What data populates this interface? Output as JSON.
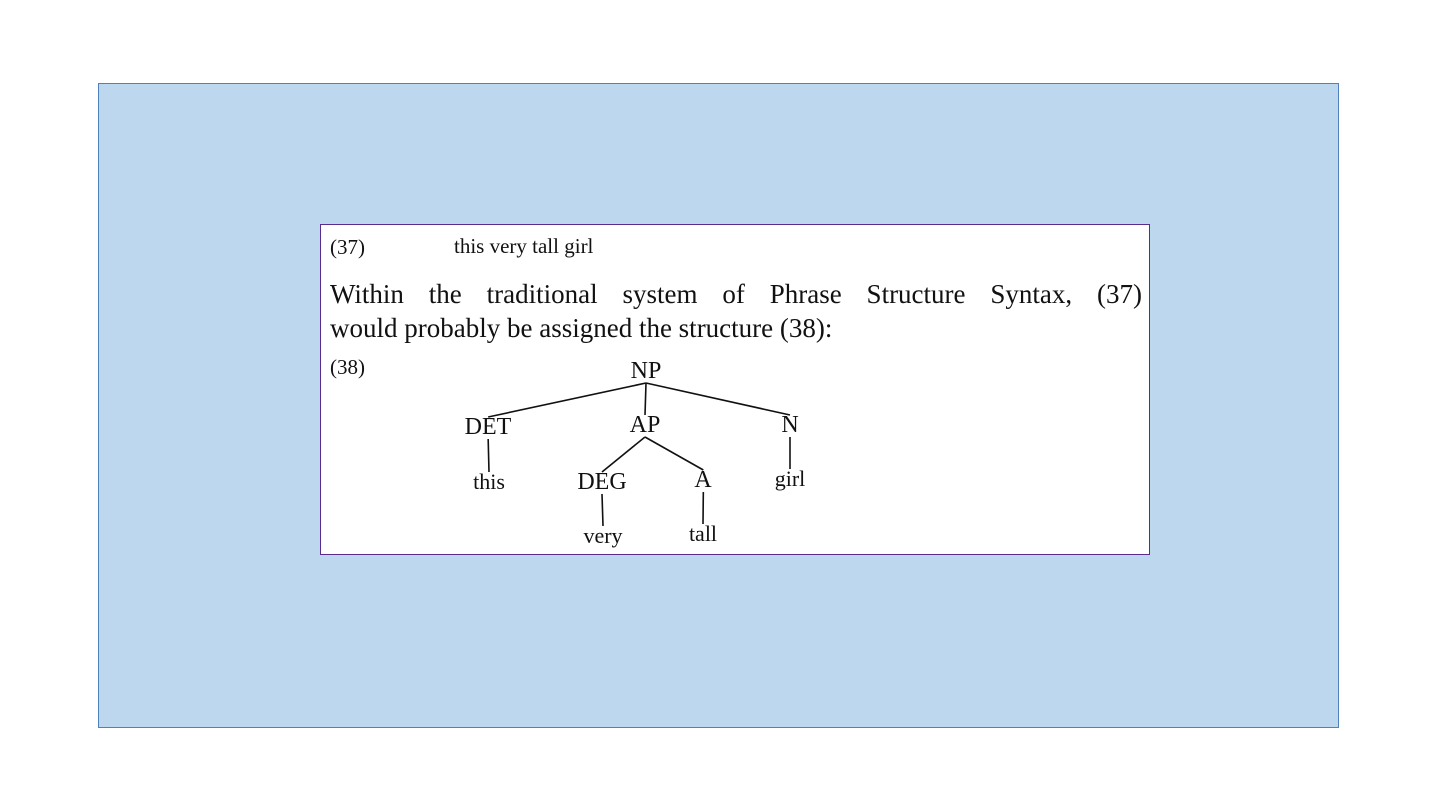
{
  "example_37": {
    "number": "(37)",
    "text": "this very tall girl"
  },
  "paragraph": {
    "line1": "Within the traditional system of Phrase Structure Syntax, (37)",
    "line2": "would probably be assigned the structure (38):"
  },
  "example_38": {
    "number": "(38)"
  },
  "tree": {
    "nodes": {
      "np": "NP",
      "det": "DET",
      "ap": "AP",
      "n": "N",
      "deg": "DEG",
      "a": "A",
      "this": "this",
      "girl": "girl",
      "very": "very",
      "tall": "tall"
    },
    "edges": [
      [
        "np",
        "det"
      ],
      [
        "np",
        "ap"
      ],
      [
        "np",
        "n"
      ],
      [
        "det",
        "this"
      ],
      [
        "ap",
        "deg"
      ],
      [
        "ap",
        "a"
      ],
      [
        "n",
        "girl"
      ],
      [
        "deg",
        "very"
      ],
      [
        "a",
        "tall"
      ]
    ]
  }
}
